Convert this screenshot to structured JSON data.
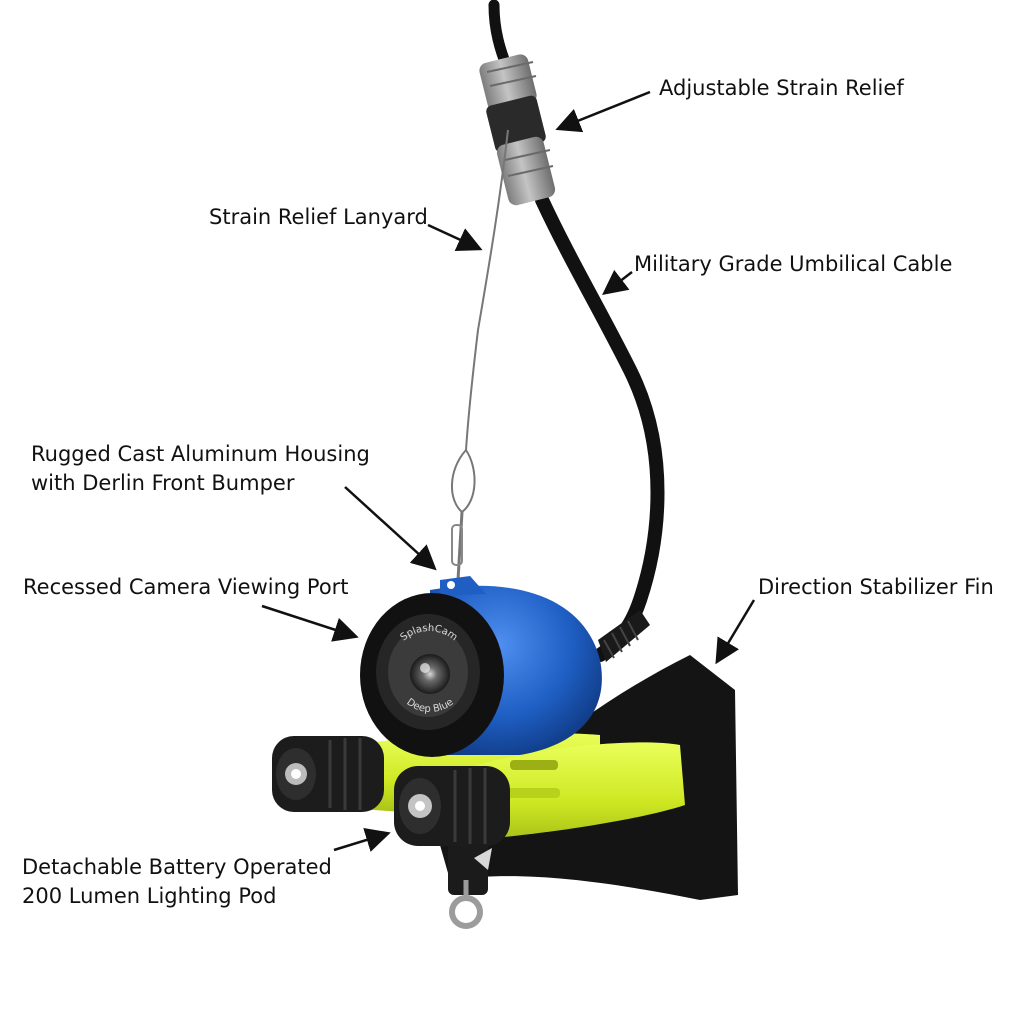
{
  "callouts": {
    "strain_relief": "Adjustable Strain Relief",
    "lanyard": "Strain Relief Lanyard",
    "cable": "Military Grade Umbilical Cable",
    "housing_line1": "Rugged Cast Aluminum Housing",
    "housing_line2": "with Derlin Front Bumper",
    "viewing_port": "Recessed Camera Viewing Port",
    "fin": "Direction Stabilizer Fin",
    "lighting_line1": "Detachable Battery Operated",
    "lighting_line2": "200 Lumen Lighting Pod"
  },
  "lens_text": {
    "top": "SplashCam",
    "bottom": "Deep Blue"
  },
  "colors": {
    "housing_blue": "#1f5fc4",
    "light_yellow": "#d6f02a",
    "fin_black": "#141414",
    "strain_relief_grey": "#9a9a9a",
    "label_text": "#111111"
  }
}
